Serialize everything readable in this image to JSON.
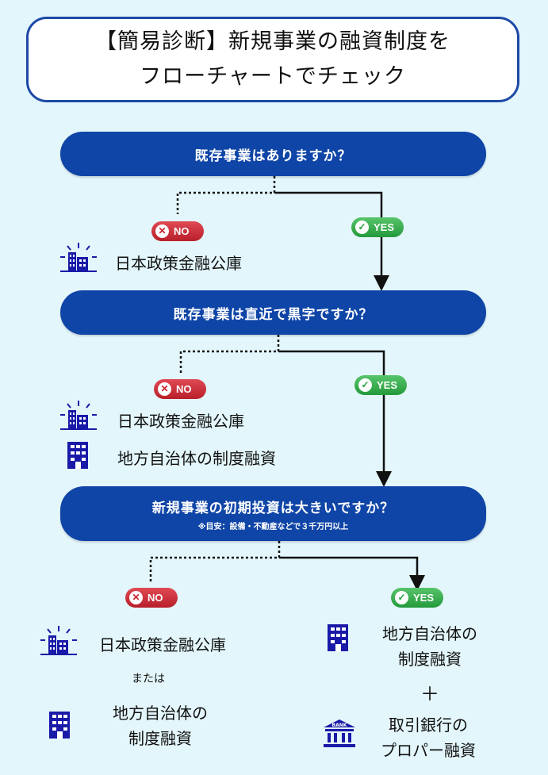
{
  "title": {
    "line1": "【簡易診断】新規事業の融資制度を",
    "line2": "フローチャートでチェック"
  },
  "questions": {
    "q1": "既存事業はありますか？",
    "q2": "既存事業は直近で黒字ですか？",
    "q3": "新規事業の初期投資は大きいですか？",
    "q3_note": "※目安：設備・不動産などで３千万円以上"
  },
  "badges": {
    "no": "NO",
    "yes": "YES"
  },
  "results": {
    "jfc": "日本政策金融公庫",
    "local_gov": "地方自治体の制度融資",
    "local_gov_line1": "地方自治体の",
    "local_gov_line2": "制度融資",
    "or": "または",
    "plus": "＋",
    "bank_line1": "取引銀行の",
    "bank_line2": "プロパー融資",
    "bank_icon_text": "BANK"
  },
  "colors": {
    "question_bg": "#0f45a7",
    "title_border": "#1d49a6",
    "no_badge": "#c8222d",
    "yes_badge": "#23a03e",
    "icon": "#1a1aa8",
    "background": "#e3f6fb"
  }
}
